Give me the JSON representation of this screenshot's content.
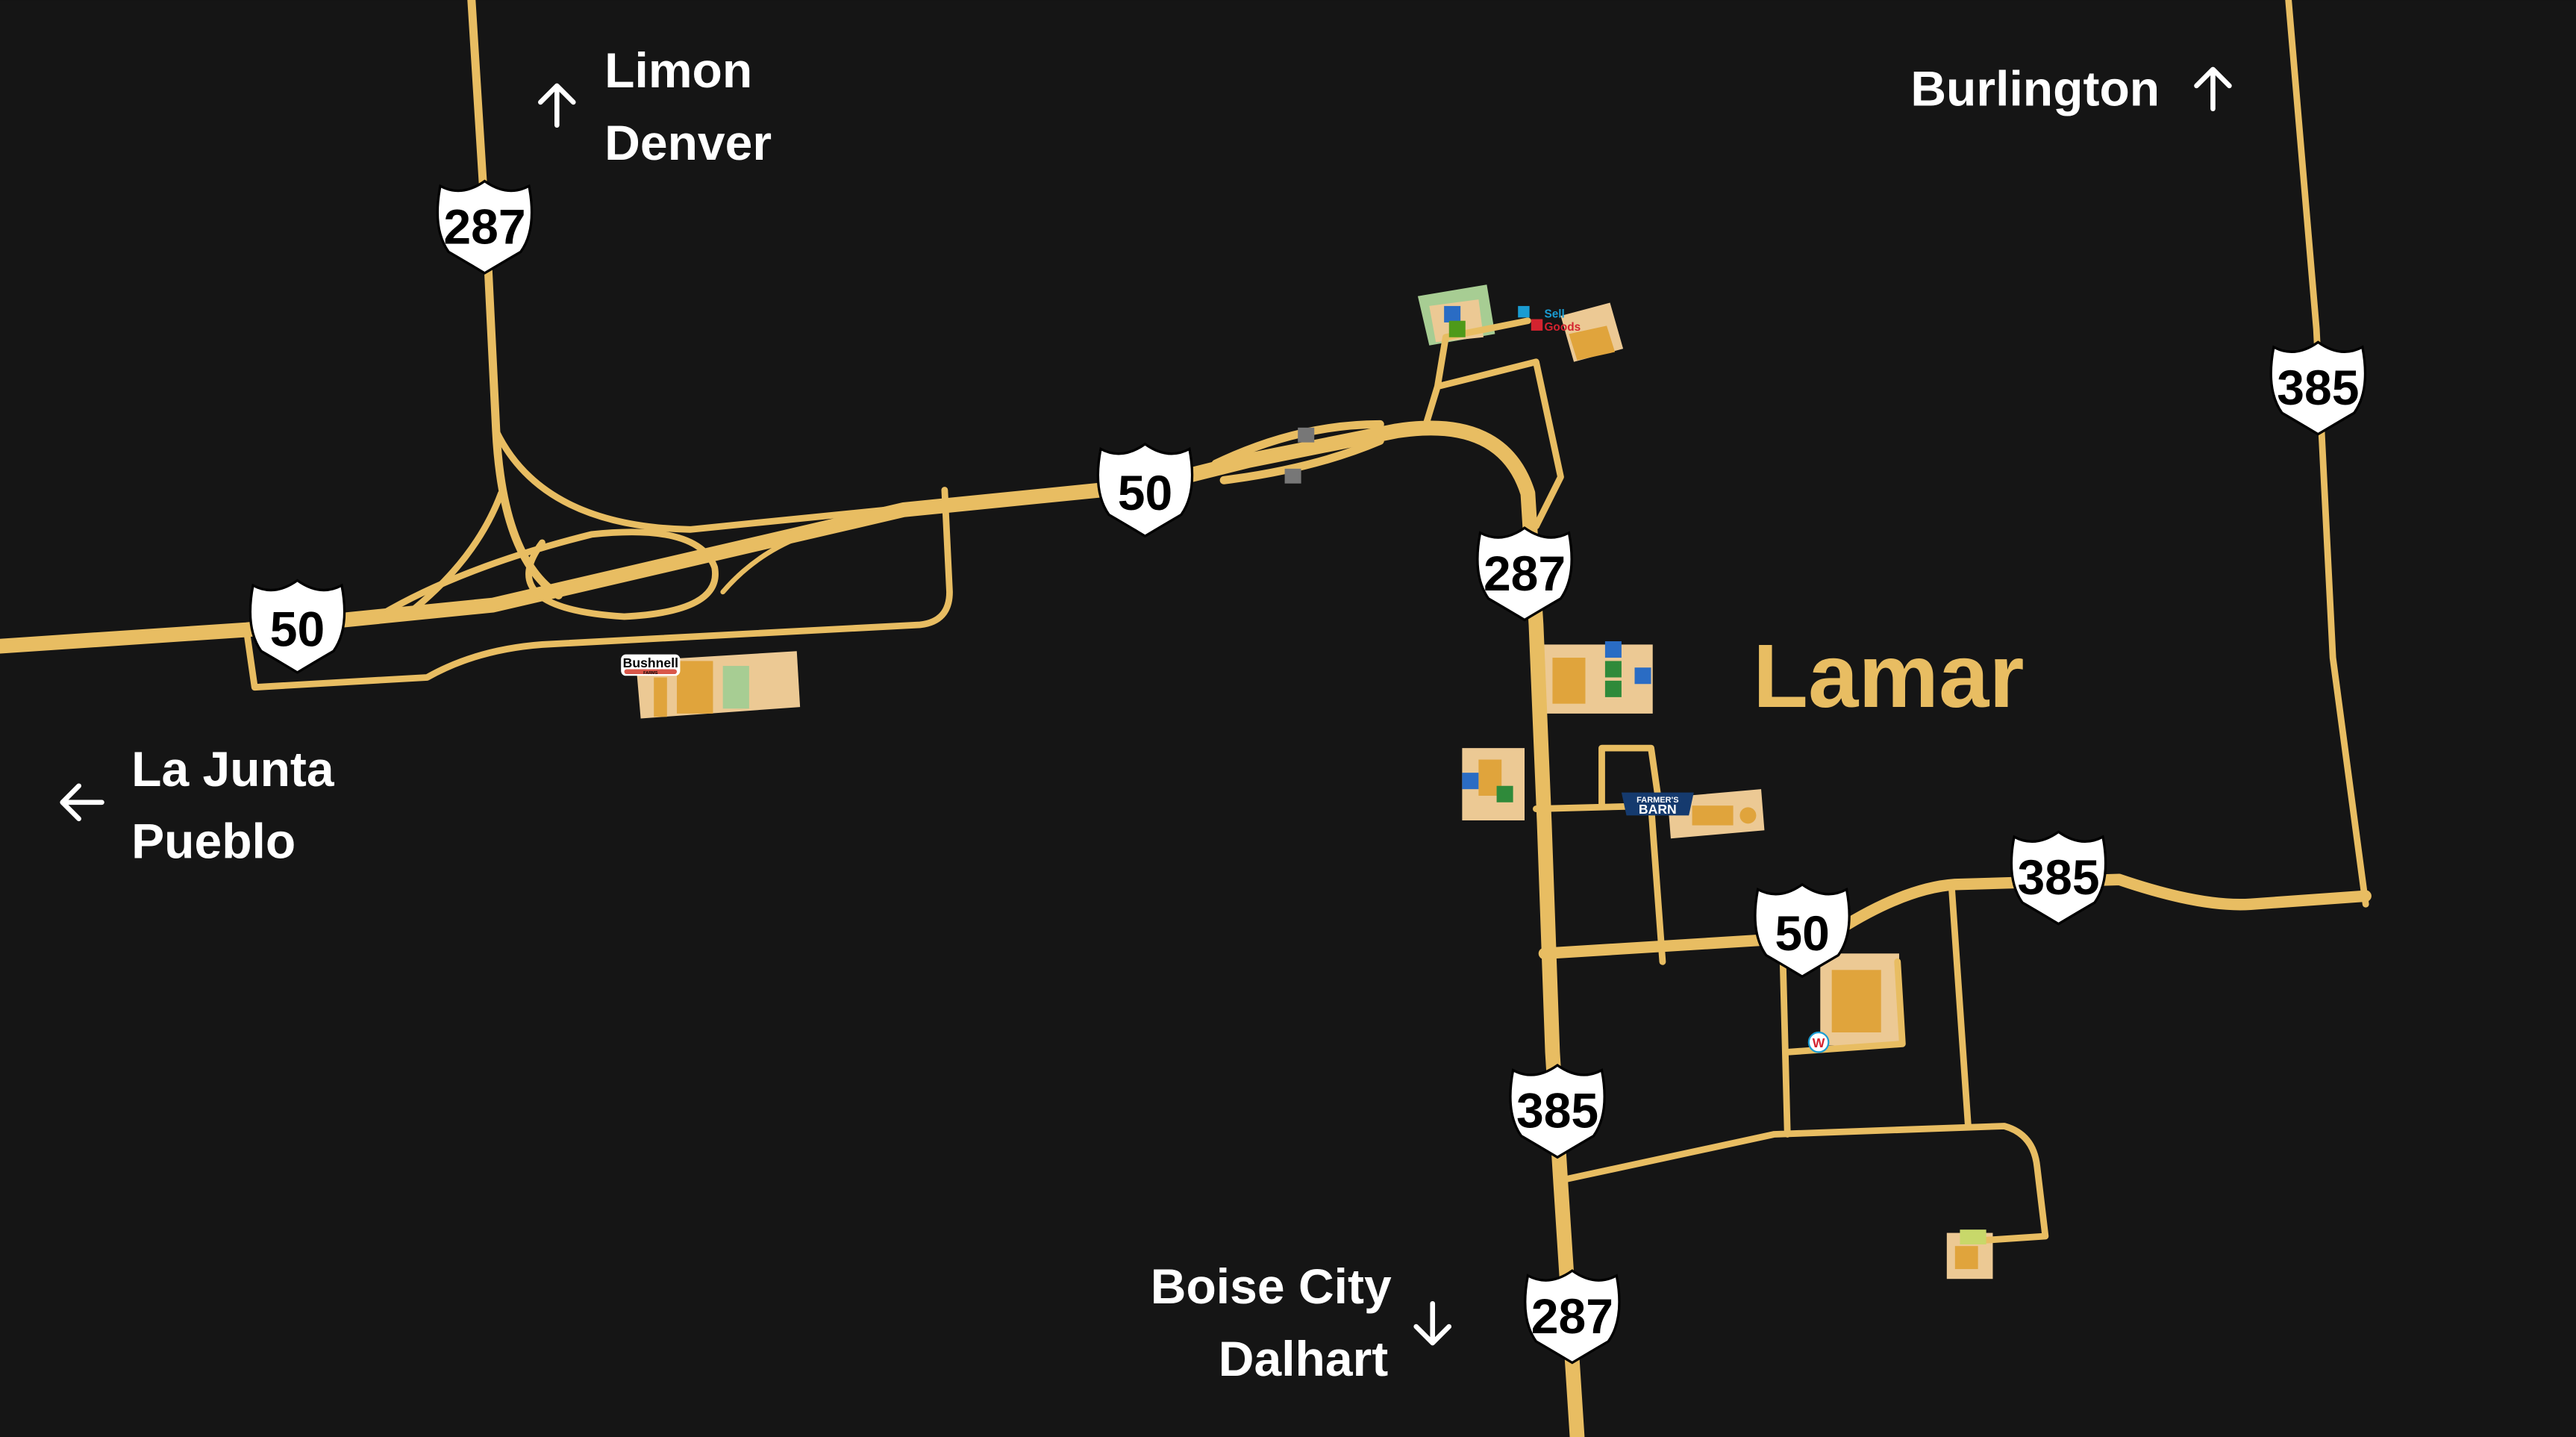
{
  "colors": {
    "background": "#151515",
    "road": "#e8bd62",
    "city_label": "#e8bd62",
    "land_tan": "#ecc994",
    "land_orange": "#e0a43c",
    "land_green": "#a7cd93"
  },
  "city": {
    "name": "Lamar"
  },
  "destinations": {
    "north": {
      "line1": "Limon",
      "line2": "Denver",
      "arrow": "arrow-up-icon"
    },
    "northeast": {
      "line1": "Burlington",
      "arrow": "arrow-up-icon"
    },
    "west": {
      "line1": "La Junta",
      "line2": "Pueblo",
      "arrow": "arrow-left-icon"
    },
    "south": {
      "line1": "Boise City",
      "line2": "Dalhart",
      "arrow": "arrow-down-icon"
    }
  },
  "shields": {
    "us287_north": "287",
    "us50_west": "50",
    "us50_mid": "50",
    "us287_town": "287",
    "us385_ne": "385",
    "us385_east": "385",
    "us50_east": "50",
    "us385_south": "385",
    "us287_south": "287"
  },
  "pois": {
    "sell_goods": {
      "line1": "Sell",
      "line2": "Goods"
    },
    "farmers_barn": {
      "line1": "FARMER'S",
      "line2": "BARN"
    },
    "bushnell": {
      "line1": "Bushnell",
      "line2": "FARMS"
    },
    "walgreens": {
      "mark": "W"
    }
  }
}
